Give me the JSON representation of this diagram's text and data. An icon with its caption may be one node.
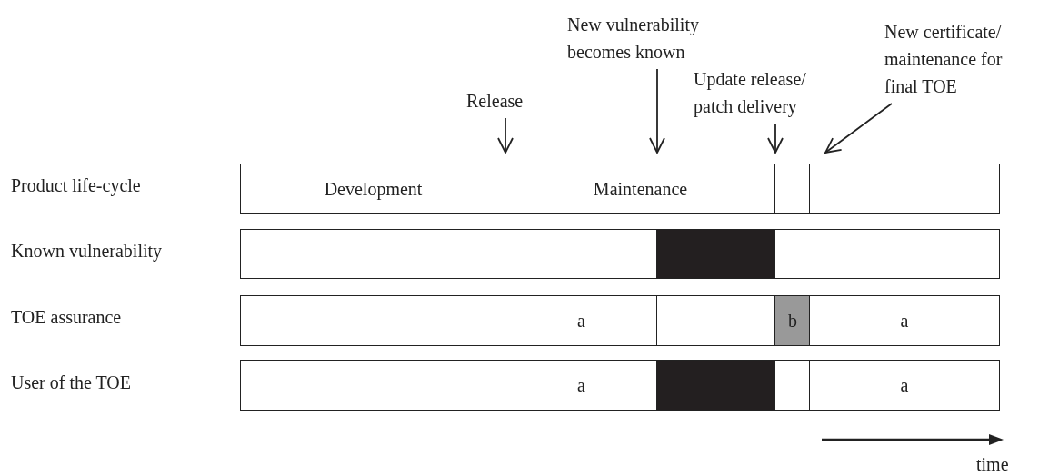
{
  "diagram": {
    "nodes": [
      {
        "text": [
          "Release"
        ]
      },
      {
        "text": [
          "New vulnerability becomes known"
        ]
      },
      {
        "text": [
          "Update release/ patch delivery"
        ]
      },
      {
        "text": [
          "New certificate/ maintenance for final TOE"
        ]
      },
      {
        "text": [
          "Development"
        ]
      },
      {
        "text": [
          "Maintenance"
        ]
      },
      {
        "text": [],
        "shape": "box"
      },
      {
        "text": [],
        "shape": "box"
      },
      {
        "text": [],
        "shape": "box"
      },
      {
        "text": [],
        "shape": "box"
      },
      {
        "text": [],
        "shape": "box"
      },
      {
        "text": [],
        "shape": "box"
      },
      {
        "text": [
          "a"
        ]
      },
      {
        "text": [],
        "shape": "box"
      },
      {
        "text": [
          "b"
        ]
      },
      {
        "text": [
          "a"
        ]
      },
      {
        "text": [],
        "shape": "box"
      },
      {
        "text": [
          "a"
        ]
      },
      {
        "text": [],
        "shape": "box"
      },
      {
        "text": [],
        "shape": "box"
      },
      {
        "text": [
          "a"
        ]
      }
    ],
    "edges": [
      {
        "from": 0,
        "to": 4,
        "arrow": "to"
      },
      {
        "from": 1,
        "to": 5,
        "arrow": "to"
      },
      {
        "from": 2,
        "to": 6,
        "arrow": "to"
      },
      {
        "from": 3,
        "to": 7,
        "arrow": "to"
      }
    ],
    "labels": [
      "Product life-cycle",
      "Known vulnerability",
      "TOE assurance",
      "User of the TOE",
      "time"
    ]
  }
}
